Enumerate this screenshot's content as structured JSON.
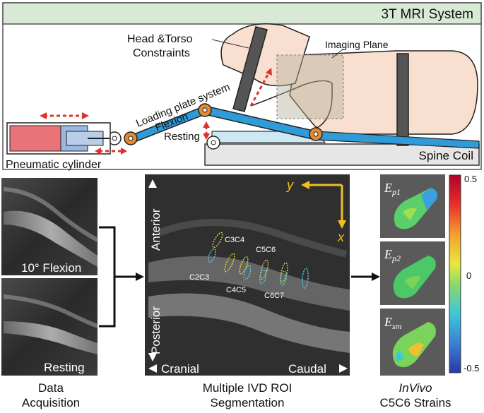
{
  "top_panel": {
    "title": "3T MRI System",
    "head_torso_label_line1": "Head &Torso",
    "head_torso_label_line2": "Constraints",
    "imaging_plane_label": "Imaging Plane",
    "loading_plate_label": "Loading plate system",
    "flexion_label": "Flexion",
    "resting_label": "Resting",
    "spine_coil_label": "Spine Coil",
    "pneumatic_label": "Pneumatic cylinder"
  },
  "acquisition": {
    "flexion_label": "10° Flexion",
    "resting_label": "Resting",
    "caption_line1": "Data",
    "caption_line2": "Acquisition"
  },
  "segmentation": {
    "anterior_label": "Anterior",
    "posterior_label": "Posterior",
    "cranial_label": "Cranial",
    "caudal_label": "Caudal",
    "axis_y": "y",
    "axis_x": "x",
    "roi_labels": [
      "C2C3",
      "C3C4",
      "C4C5",
      "C5C6",
      "C6C7"
    ],
    "caption_line1": "Multiple IVD ROI",
    "caption_line2": "Segmentation"
  },
  "strains": {
    "panel_labels": [
      {
        "main": "E",
        "sub": "p1"
      },
      {
        "main": "E",
        "sub": "p2"
      },
      {
        "main": "E",
        "sub": "sm"
      }
    ],
    "colorbar_ticks": [
      "0.5",
      "0",
      "-0.5"
    ],
    "caption_italic": "InVivo",
    "caption_line2": "C5C6 Strains"
  },
  "colors": {
    "header_bg": "#d8e9d6",
    "plate_blue": "#2f9bd8",
    "cylinder_red": "#e8747a",
    "cylinder_blue": "#9bb8e0",
    "arrow_red": "#d9342b",
    "axis_yellow": "#f0c020",
    "roi_yellow": "#e6d53a",
    "roi_cyan": "#4fd0e0",
    "body_skin": "#f8dfcf"
  }
}
